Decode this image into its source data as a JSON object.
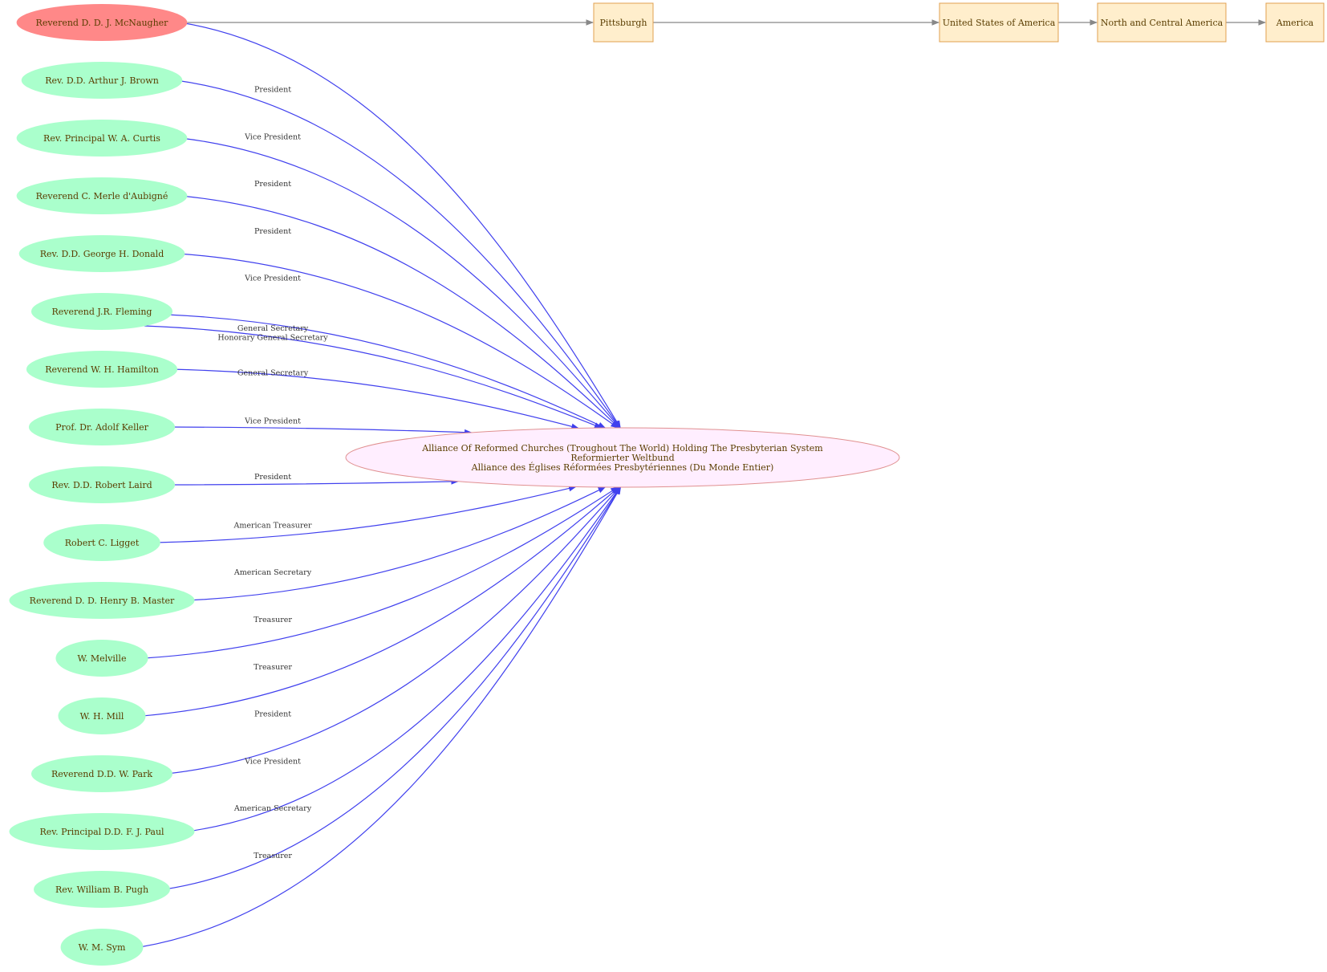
{
  "colors": {
    "person_fill": "#aaffcc",
    "focus_fill": "#ff8888",
    "place_fill": "#ffeecc",
    "place_stroke": "#e0a050",
    "org_fill": "#ffeeff",
    "org_stroke": "#e09090",
    "text": "#5a3d00",
    "edge_blue": "#4040ee",
    "edge_gray": "#888888"
  },
  "focus_person": {
    "name": "Reverend D. D. J. McNaugher"
  },
  "organization": {
    "lines": [
      "Alliance Of Reformed Churches (Troughout The World) Holding The Presbyterian System",
      "Reformierter Weltbund",
      "Alliance des Églises Réformées Presbytériennes (Du Monde Entier)"
    ]
  },
  "places": [
    {
      "name": "Pittsburgh"
    },
    {
      "name": "United States of America"
    },
    {
      "name": "North and Central America"
    },
    {
      "name": "America"
    }
  ],
  "roles": [
    {
      "person": "Reverend D. D. J. McNaugher",
      "role": "President"
    },
    {
      "person": "Rev. D.D. Arthur J. Brown",
      "role": "Vice President"
    },
    {
      "person": "Rev. Principal W. A. Curtis",
      "role": "President"
    },
    {
      "person": "Reverend C. Merle d'Aubigné",
      "role": "President"
    },
    {
      "person": "Rev. D.D. George H. Donald",
      "role": "Vice President"
    },
    {
      "person": "Reverend J.R. Fleming",
      "role": "General Secretary"
    },
    {
      "person": "Reverend J.R. Fleming",
      "role": "Honorary General Secretary"
    },
    {
      "person": "Reverend W. H. Hamilton",
      "role": "General Secretary"
    },
    {
      "person": "Prof. Dr. Adolf Keller",
      "role": "Vice President"
    },
    {
      "person": "Rev. D.D. Robert Laird",
      "role": "President"
    },
    {
      "person": "Robert C. Ligget",
      "role": "American Treasurer"
    },
    {
      "person": "Reverend D. D. Henry B. Master",
      "role": "American Secretary"
    },
    {
      "person": "W. Melville",
      "role": "Treasurer"
    },
    {
      "person": "W. H. Mill",
      "role": "Treasurer"
    },
    {
      "person": "Reverend D.D. W. Park",
      "role": "President"
    },
    {
      "person": "Rev. Principal D.D. F. J. Paul",
      "role": "Vice President"
    },
    {
      "person": "Rev. William B. Pugh",
      "role": "American Secretary"
    },
    {
      "person": "W. M. Sym",
      "role": "Treasurer"
    }
  ]
}
